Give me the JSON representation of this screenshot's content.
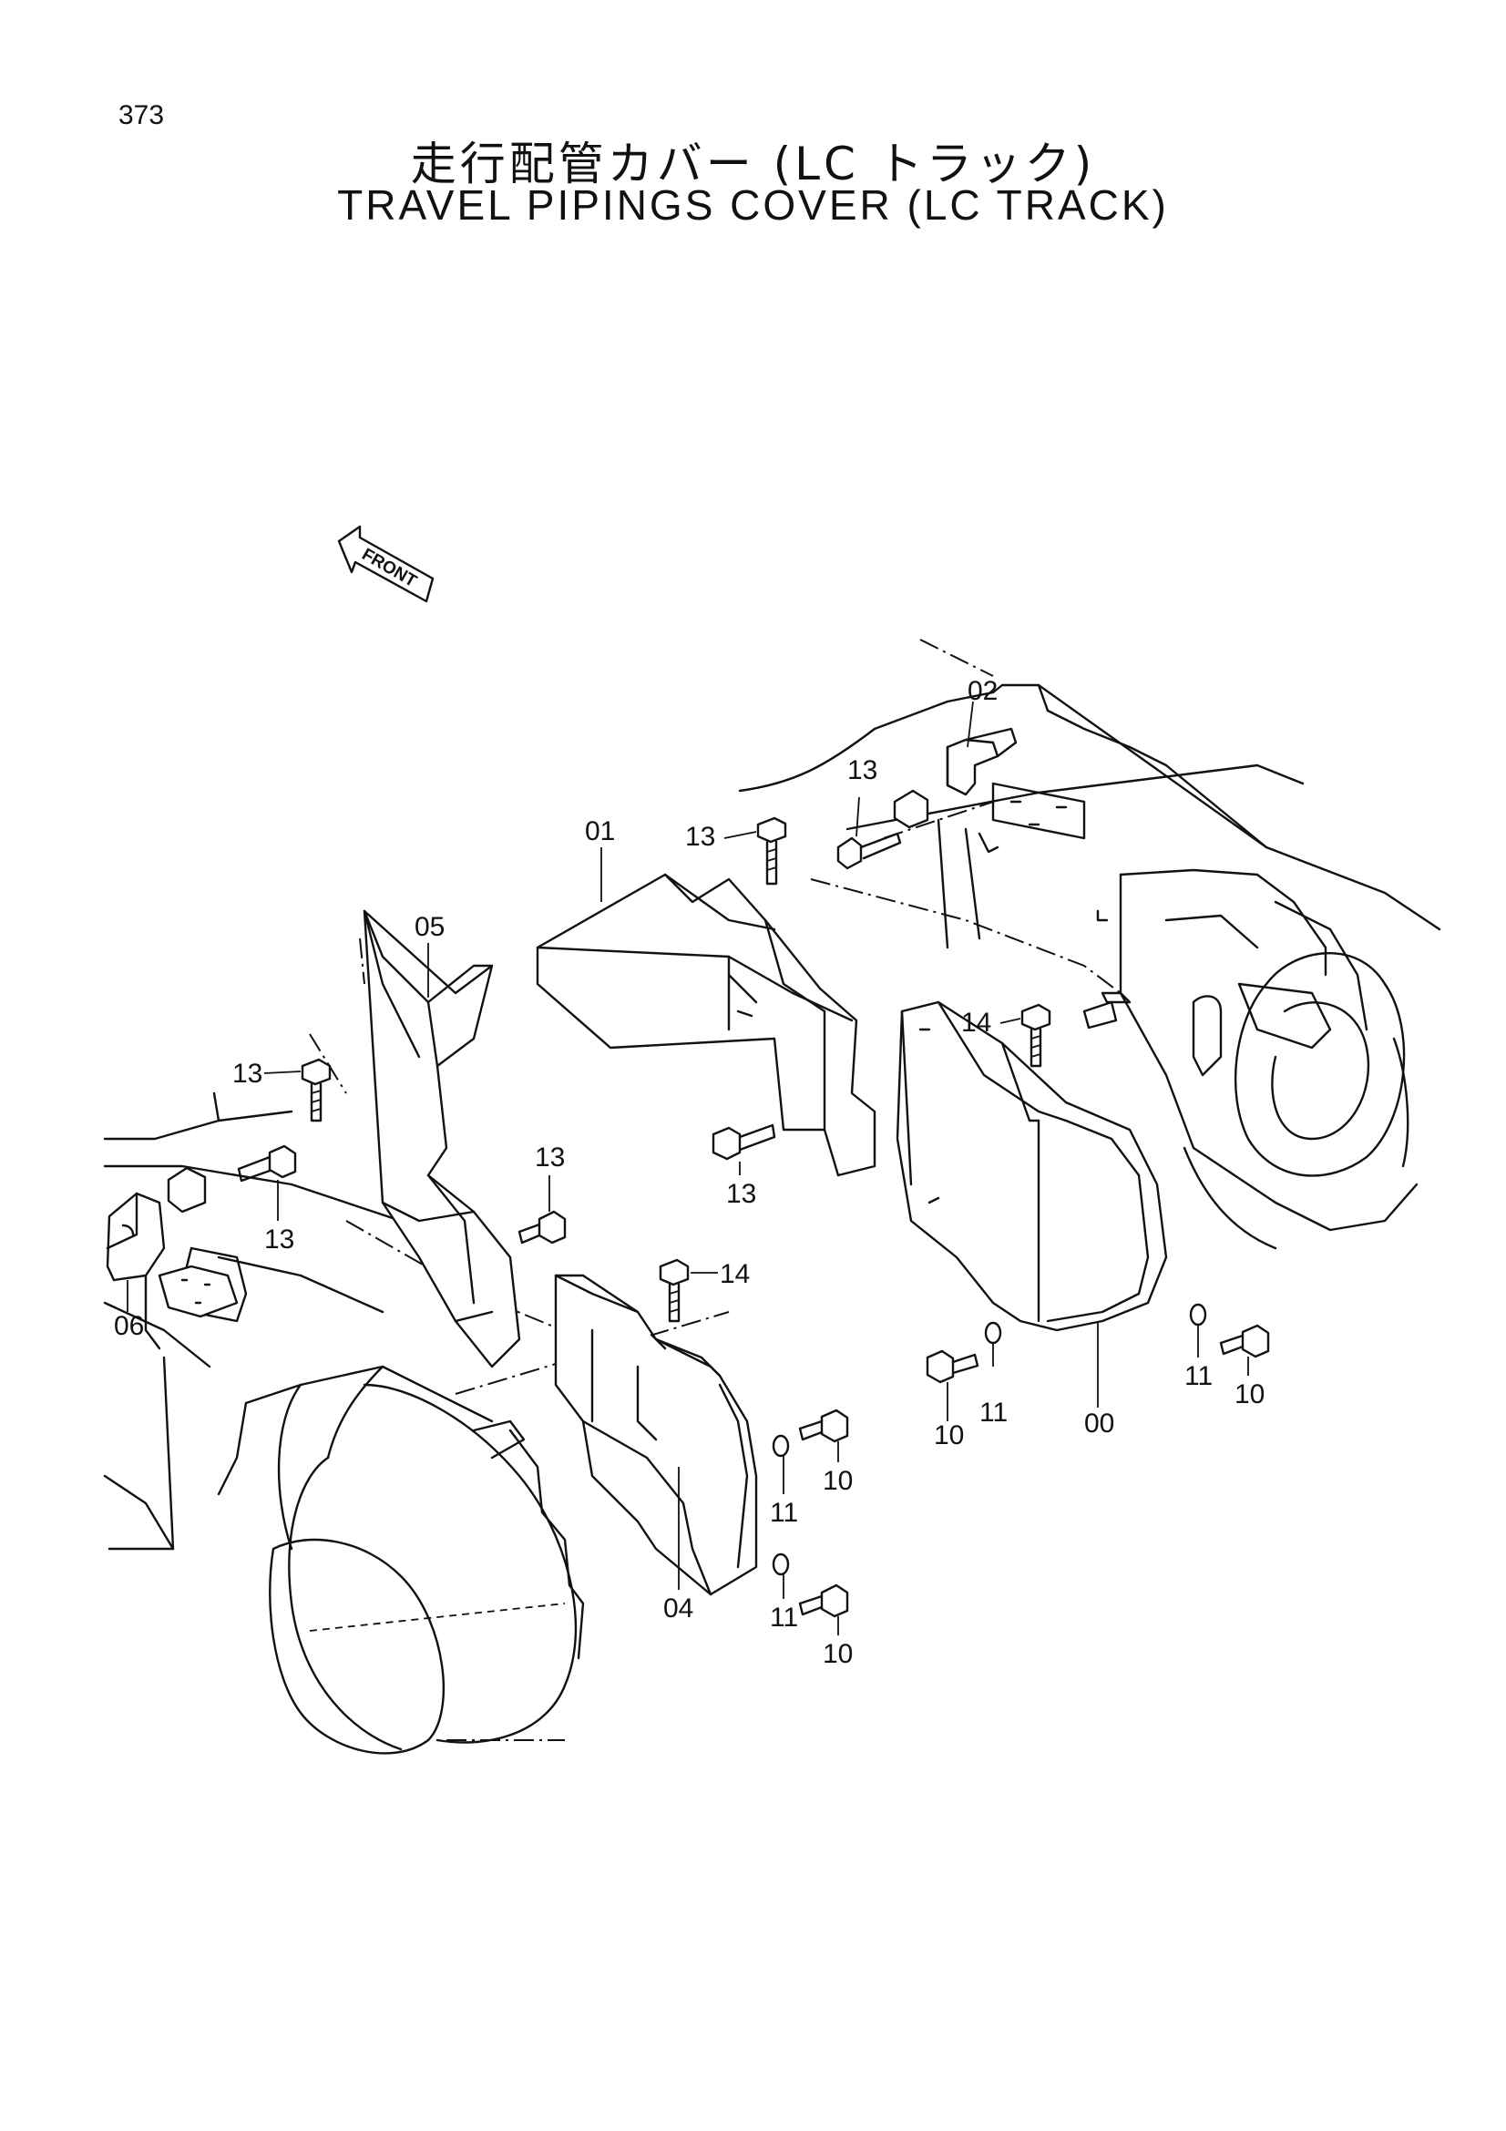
{
  "page_number": "373",
  "title_jp": "走行配管カバー (LC トラック)",
  "title_en": "TRAVEL PIPINGS COVER (LC  TRACK)",
  "front_label": "FRONT",
  "callouts": {
    "c00": "00",
    "c01": "01",
    "c02": "02",
    "c04": "04",
    "c05": "05",
    "c06": "06",
    "c10a": "10",
    "c10b": "10",
    "c10c": "10",
    "c10d": "10",
    "c11a": "11",
    "c11b": "11",
    "c11c": "11",
    "c11d": "11",
    "c13a": "13",
    "c13b": "13",
    "c13c": "13",
    "c13d": "13",
    "c13e": "13",
    "c13f": "13",
    "c14a": "14",
    "c14b": "14"
  }
}
